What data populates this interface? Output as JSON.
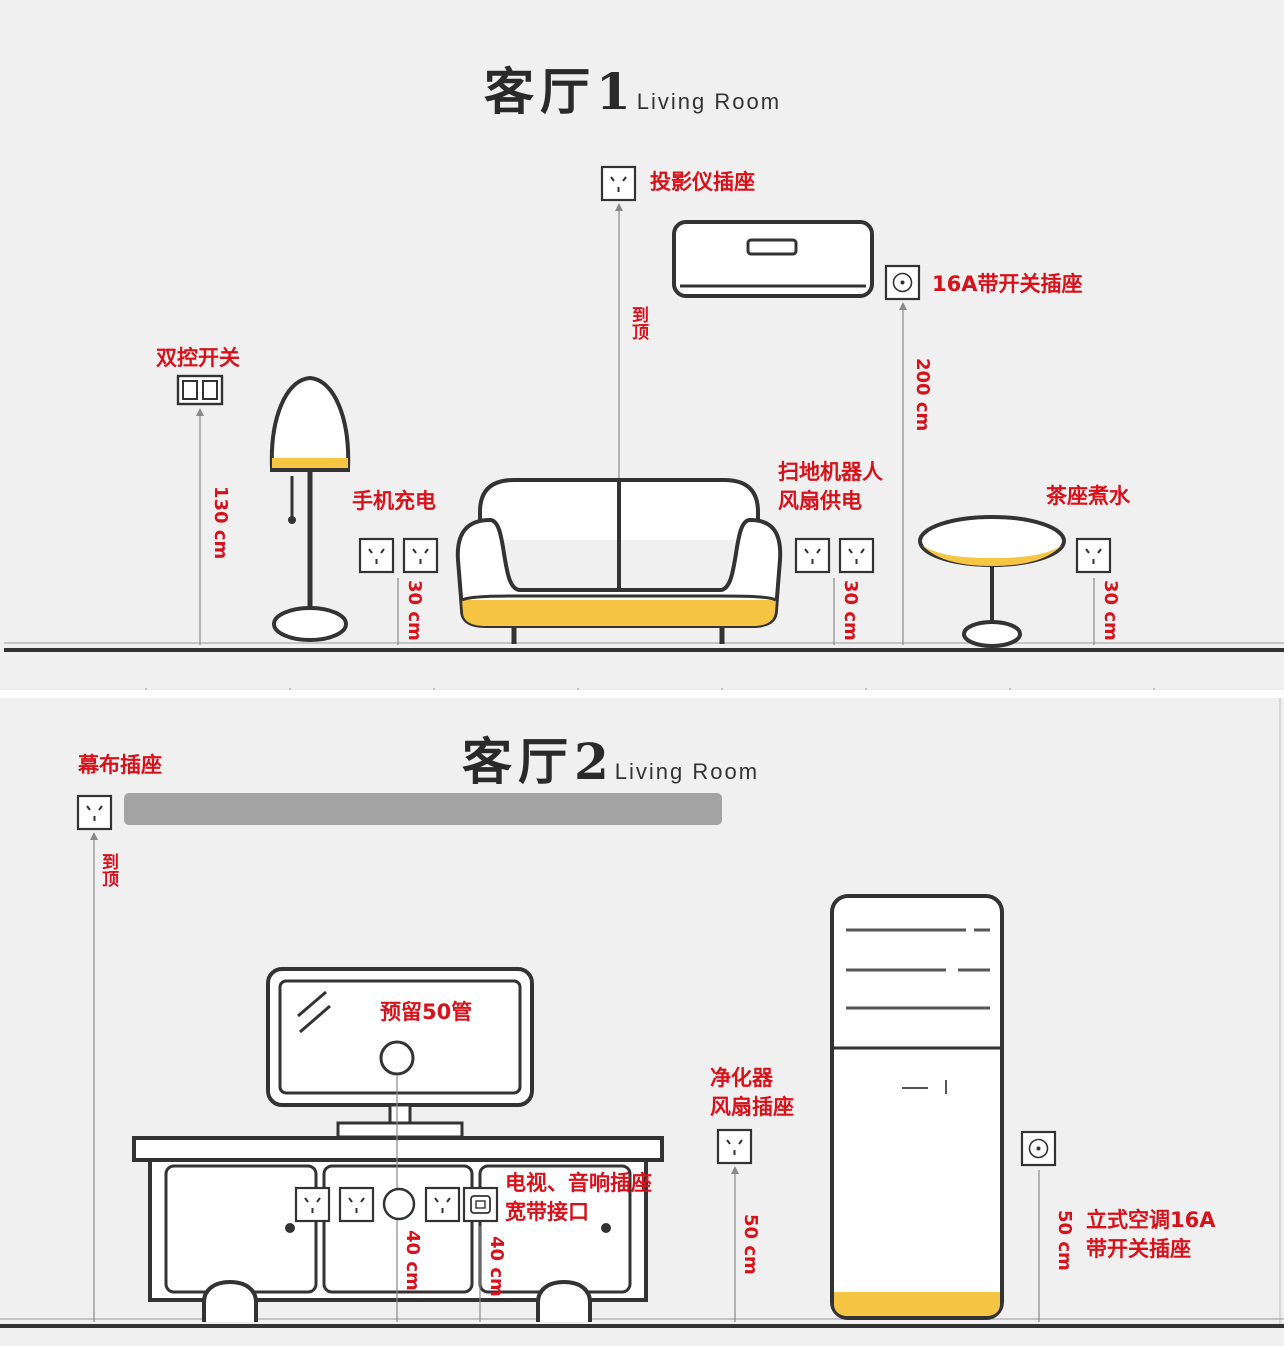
{
  "panel1": {
    "title_cn": "客厅1",
    "title_en": "Living Room",
    "projector_socket": "投影仪插座",
    "ac_socket": "16A带开关插座",
    "dual_switch": "双控开关",
    "phone_charge": "手机充电",
    "robot_fan_line1": "扫地机器人",
    "robot_fan_line2": "风扇供电",
    "tea_boil": "茶座煮水",
    "to_top": "到顶",
    "dim_130": "130 cm",
    "dim_200": "200 cm",
    "dim_30_a": "30 cm",
    "dim_30_b": "30 cm",
    "dim_30_c": "30 cm"
  },
  "panel2": {
    "title_cn": "客厅2",
    "title_en": "Living Room",
    "screen_socket": "幕布插座",
    "to_top": "到顶",
    "reserve_pipe": "预留50管",
    "tv_audio_line1": "电视、音响插座",
    "tv_audio_line2": "宽带接口",
    "purifier_line1": "净化器",
    "purifier_line2": "风扇插座",
    "ac_line1": "立式空调16A",
    "ac_line2": "带开关插座",
    "dim_40_a": "40 cm",
    "dim_40_b": "40 cm",
    "dim_50_a": "50 cm",
    "dim_50_b": "50 cm"
  },
  "colors": {
    "accent_yellow": "#f6c544",
    "label_red": "#d8121b",
    "line_dark": "#3a3a3a"
  },
  "icons": [
    "socket-icon",
    "switch-icon",
    "round-socket-icon",
    "network-port-icon"
  ]
}
